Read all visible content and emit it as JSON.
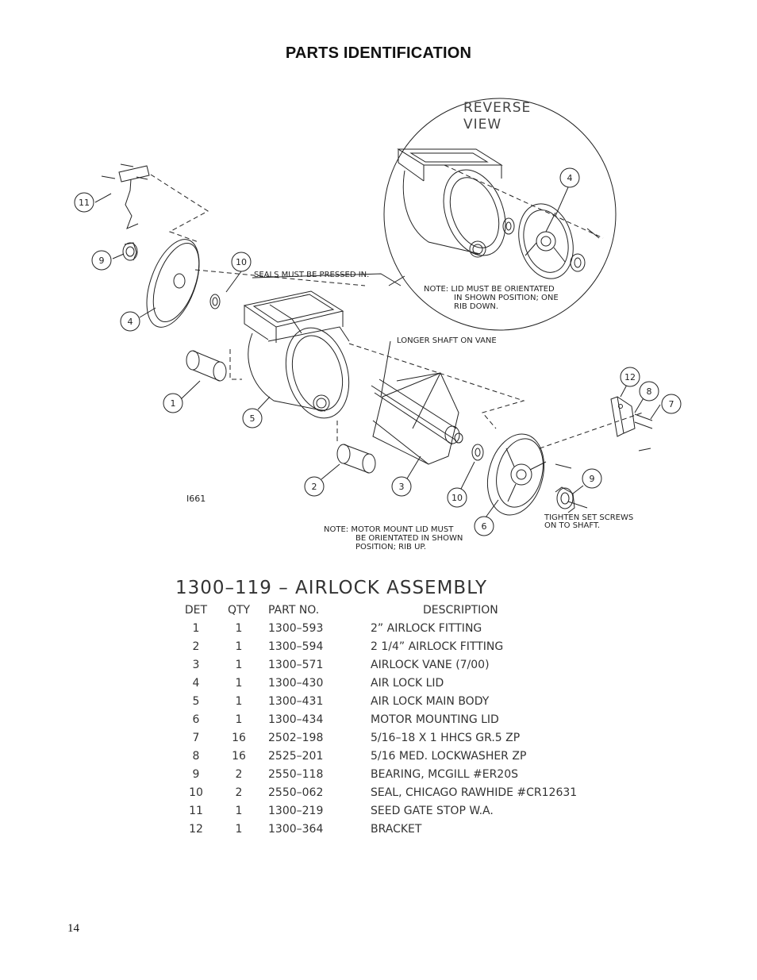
{
  "page": {
    "heading": "PARTS IDENTIFICATION",
    "page_number": "14"
  },
  "diagram": {
    "reverse_view_label_1": "REVERSE",
    "reverse_view_label_2": "VIEW",
    "figure_id": "I661",
    "notes": {
      "seals": "SEALS MUST BE PRESSED IN.",
      "lid_1": "NOTE: LID MUST BE ORIENTATED",
      "lid_2": "IN SHOWN POSITION; ONE",
      "lid_3": "RIB DOWN.",
      "shaft": "LONGER SHAFT ON VANE",
      "motor_1": "NOTE: MOTOR MOUNT LID MUST",
      "motor_2": "BE ORIENTATED IN SHOWN",
      "motor_3": "POSITION; RIB UP.",
      "setscrew_1": "TIGHTEN SET SCREWS",
      "setscrew_2": "ON TO SHAFT."
    },
    "callouts": {
      "c1": "1",
      "c2": "2",
      "c3": "3",
      "c4": "4",
      "c4r": "4",
      "c5": "5",
      "c6": "6",
      "c7": "7",
      "c8": "8",
      "c9": "9",
      "c9b": "9",
      "c10": "10",
      "c10b": "10",
      "c11": "11",
      "c12": "12"
    }
  },
  "assembly": {
    "title": "1300–119  –  AIRLOCK  ASSEMBLY",
    "headers": {
      "det": "DET",
      "qty": "QTY",
      "part": "PART NO.",
      "desc": "DESCRIPTION"
    },
    "rows": [
      {
        "det": "1",
        "qty": "1",
        "part": "1300–593",
        "desc": "2” AIRLOCK FITTING"
      },
      {
        "det": "2",
        "qty": "1",
        "part": "1300–594",
        "desc": "2 1/4” AIRLOCK FITTING"
      },
      {
        "det": "3",
        "qty": "1",
        "part": "1300–571",
        "desc": "AIRLOCK VANE (7/00)"
      },
      {
        "det": "4",
        "qty": "1",
        "part": "1300–430",
        "desc": "AIR LOCK LID"
      },
      {
        "det": "5",
        "qty": "1",
        "part": "1300–431",
        "desc": "AIR LOCK MAIN BODY"
      },
      {
        "det": "6",
        "qty": "1",
        "part": "1300–434",
        "desc": "MOTOR MOUNTING LID"
      },
      {
        "det": "7",
        "qty": "16",
        "part": "2502–198",
        "desc": "5/16–18 X 1 HHCS GR.5 ZP"
      },
      {
        "det": "8",
        "qty": "16",
        "part": "2525–201",
        "desc": "5/16 MED. LOCKWASHER   ZP"
      },
      {
        "det": "9",
        "qty": "2",
        "part": "2550–118",
        "desc": "BEARING, MCGILL #ER20S"
      },
      {
        "det": "10",
        "qty": "2",
        "part": "2550–062",
        "desc": "SEAL, CHICAGO RAWHIDE #CR12631"
      },
      {
        "det": "11",
        "qty": "1",
        "part": "1300–219",
        "desc": "SEED GATE STOP W.A."
      },
      {
        "det": "12",
        "qty": "1",
        "part": "1300–364",
        "desc": "BRACKET"
      }
    ]
  }
}
